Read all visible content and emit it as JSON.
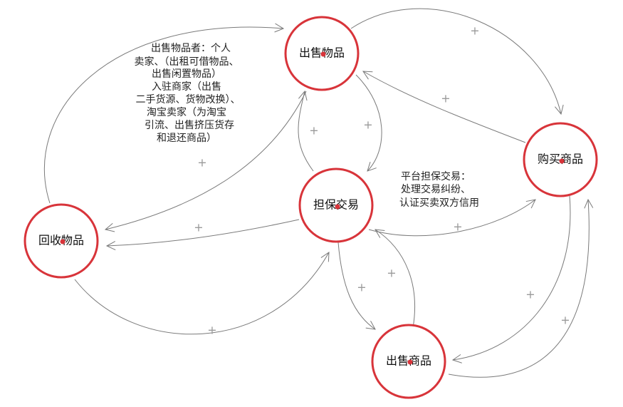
{
  "nodes": {
    "sell_item": {
      "label": "出售物品"
    },
    "escrow": {
      "label": "担保交易"
    },
    "buy": {
      "label": "购买商品"
    },
    "recycle": {
      "label": "回收物品"
    },
    "sell_goods": {
      "label": "出售商品"
    }
  },
  "link_sign": "+",
  "colors": {
    "node_border": "#d8343a",
    "edge": "#7a7a7a",
    "sign": "#9a9a9a"
  },
  "notes": {
    "sellers": [
      "出售物品者：个人",
      "卖家、（出租可借物品、",
      "出售闲置物品）",
      "入驻商家（出售",
      "二手货源、货物改换）、",
      "淘宝卖家（为淘宝",
      "引流、出售挤压货存",
      "和退还商品）"
    ],
    "platform": [
      "平台担保交易：",
      "处理交易纠纷、",
      "认证买卖双方信用"
    ]
  }
}
